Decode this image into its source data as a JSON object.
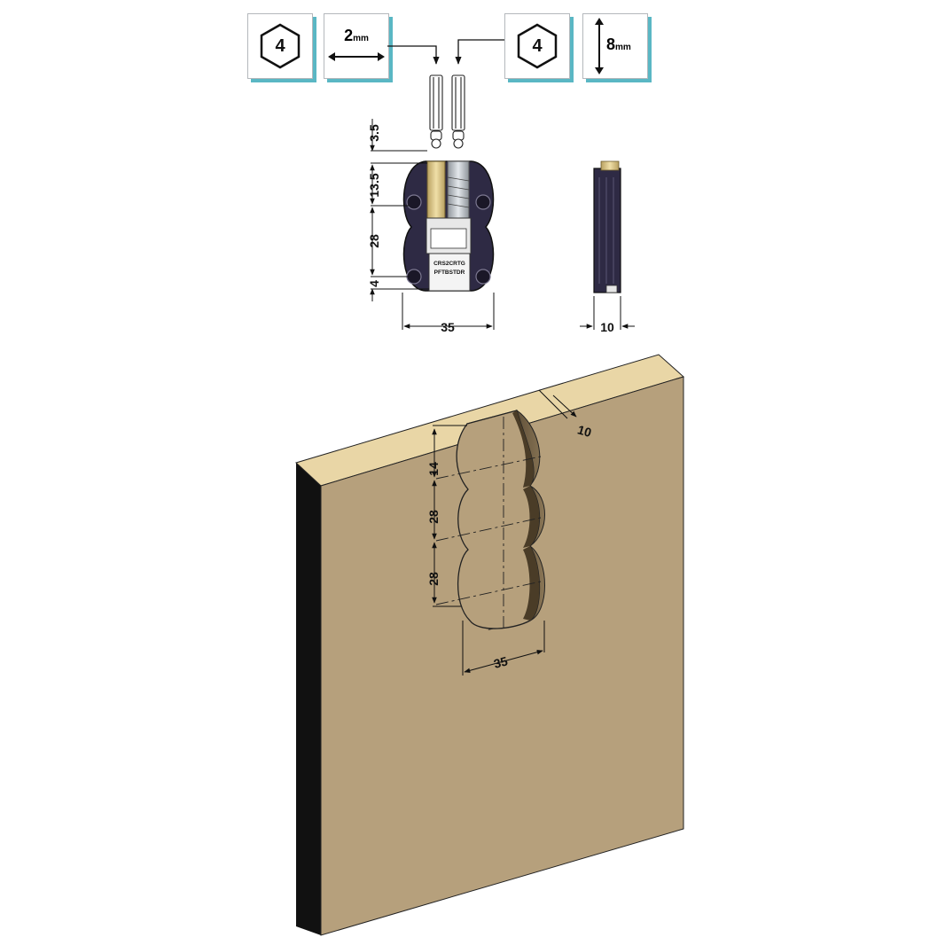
{
  "tools": {
    "hex_key_1": "4",
    "drill_depth_1_value": "2",
    "drill_depth_1_unit": "mm",
    "hex_key_2": "4",
    "drill_depth_2_value": "8",
    "drill_depth_2_unit": "mm"
  },
  "front_view": {
    "dim_top": "3.5",
    "dim_upper": "13.5",
    "dim_middle": "28",
    "dim_bottom": "4",
    "dim_width": "35",
    "plate_text_1": "CRS2CRTG",
    "plate_text_2": "PFTBSTDR"
  },
  "side_view": {
    "dim_depth": "10"
  },
  "panel_view": {
    "dim_depth": "10",
    "dim_top_offset": "14",
    "dim_pitch_1": "28",
    "dim_pitch_2": "28",
    "dim_width": "35"
  },
  "colors": {
    "tile_shadow": "#5ab7c4",
    "board_face": "#b6a07c",
    "board_edge": "#e9d6a6",
    "board_side": "#111111",
    "hinge_body": "#2e2a44",
    "brass": "#d9c07a"
  }
}
